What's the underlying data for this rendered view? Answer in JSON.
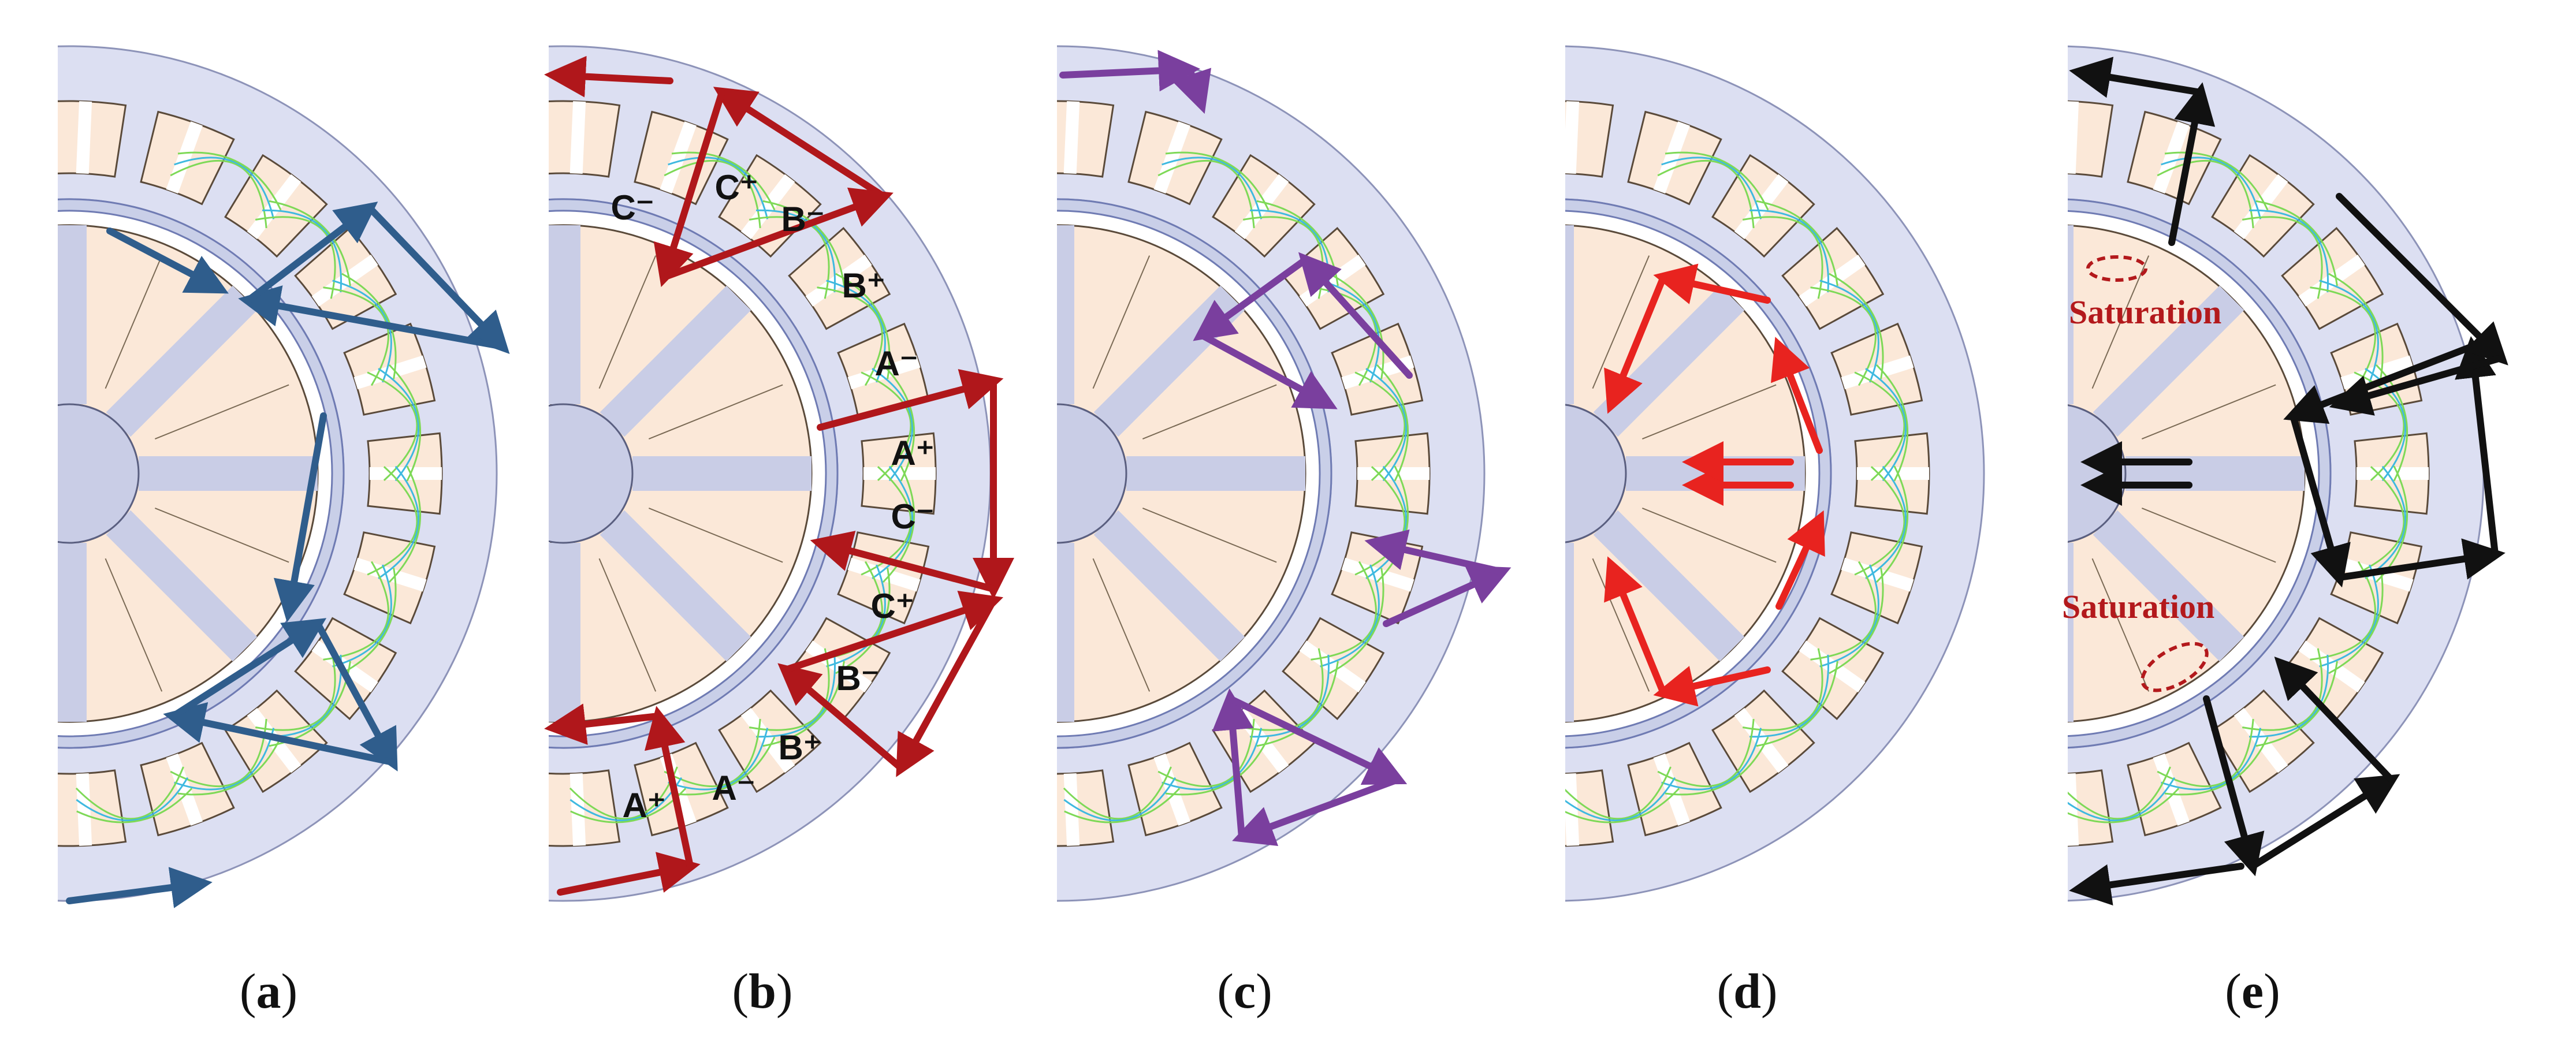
{
  "figure": {
    "panels": [
      {
        "id": "a",
        "caption": "a",
        "arrow_color": "#2f5d8c",
        "winding_labels": [],
        "annotations": []
      },
      {
        "id": "b",
        "caption": "b",
        "arrow_color": "#b0171b",
        "winding_labels": [
          "C⁻",
          "C⁺",
          "B⁻",
          "B⁺",
          "A⁻",
          "A⁺",
          "C⁻",
          "C⁺",
          "B⁻",
          "A⁺",
          "A⁻",
          "B⁺"
        ],
        "annotations": []
      },
      {
        "id": "c",
        "caption": "c",
        "arrow_color": "#7a3f9e",
        "winding_labels": [],
        "annotations": []
      },
      {
        "id": "d",
        "caption": "d",
        "arrow_color": "#e8231f",
        "winding_labels": [],
        "annotations": []
      },
      {
        "id": "e",
        "caption": "e",
        "arrow_color": "#111111",
        "winding_labels": [],
        "annotations": [
          "Saturation",
          "Saturation"
        ]
      }
    ],
    "colors": {
      "stator_core": "#dcdff2",
      "slot_fill": "#fbe8d8",
      "airgap": "#c9cfe8",
      "shaft": "#c9cde6",
      "flux_line_green": "#7ed957",
      "flux_line_cyan": "#3fb9e0",
      "saturation_marker": "#b3191c"
    }
  }
}
